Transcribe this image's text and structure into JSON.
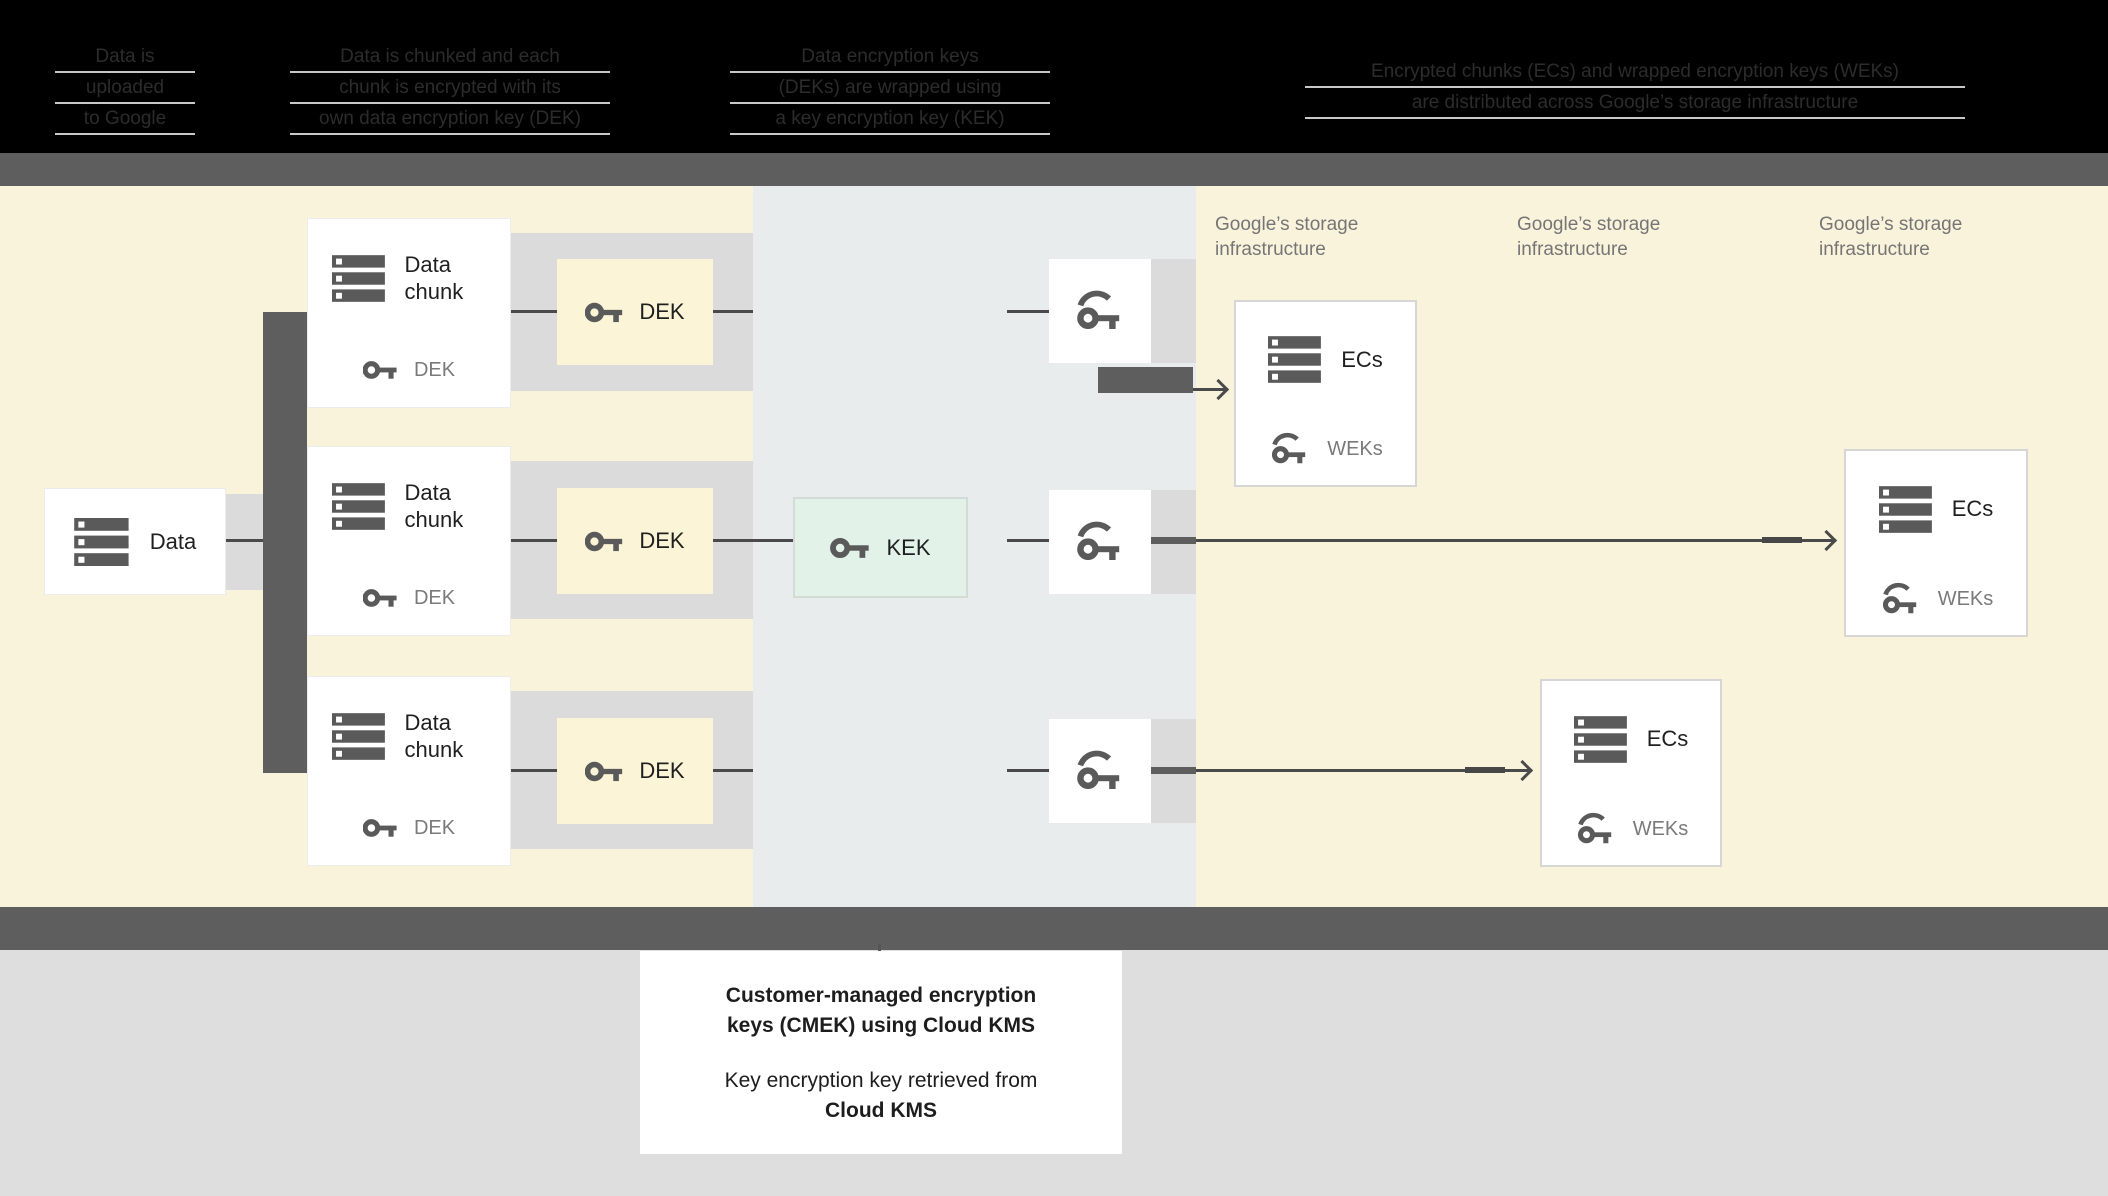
{
  "header": {
    "steps": [
      {
        "lines": [
          "Data is",
          "uploaded",
          "to Google"
        ]
      },
      {
        "lines": [
          "Data is chunked and each",
          "chunk is encrypted with its",
          "own data encryption key (DEK)"
        ]
      },
      {
        "lines": [
          "Data encryption keys",
          "(DEKs) are wrapped using",
          "a key encryption key (KEK)"
        ]
      },
      {
        "lines": [
          "Encrypted chunks (ECs) and wrapped encryption keys (WEKs)",
          "are distributed across Google’s storage infrastructure"
        ]
      }
    ]
  },
  "diagram": {
    "data_box": {
      "label": "Data"
    },
    "chunks": [
      {
        "title": "Data chunk",
        "key_label": "DEK",
        "dek_box_label": "DEK"
      },
      {
        "title": "Data chunk",
        "key_label": "DEK",
        "dek_box_label": "DEK"
      },
      {
        "title": "Data chunk",
        "key_label": "DEK",
        "dek_box_label": "DEK"
      }
    ],
    "kek": {
      "label": "KEK"
    },
    "storage_labels": [
      "Google’s storage infrastructure",
      "Google’s storage infrastructure",
      "Google’s storage infrastructure"
    ],
    "ecs": [
      {
        "title": "ECs",
        "key_label": "WEKs"
      },
      {
        "title": "ECs",
        "key_label": "WEKs"
      },
      {
        "title": "ECs",
        "key_label": "WEKs"
      }
    ]
  },
  "caption": {
    "title": "Customer-managed encryption keys (CMEK) using Cloud KMS",
    "line2_normal": "Key encryption key retrieved from",
    "line2_bold": "Cloud KMS"
  },
  "colors": {
    "cream": "#faf3dc",
    "kms": "#e8eced",
    "band": "#5e5e5e",
    "dek-yellow": "#fcf4d6",
    "kek-green": "#e3f2e9",
    "backdrop": "#dbdbdb",
    "footer-gray": "#dedede"
  }
}
